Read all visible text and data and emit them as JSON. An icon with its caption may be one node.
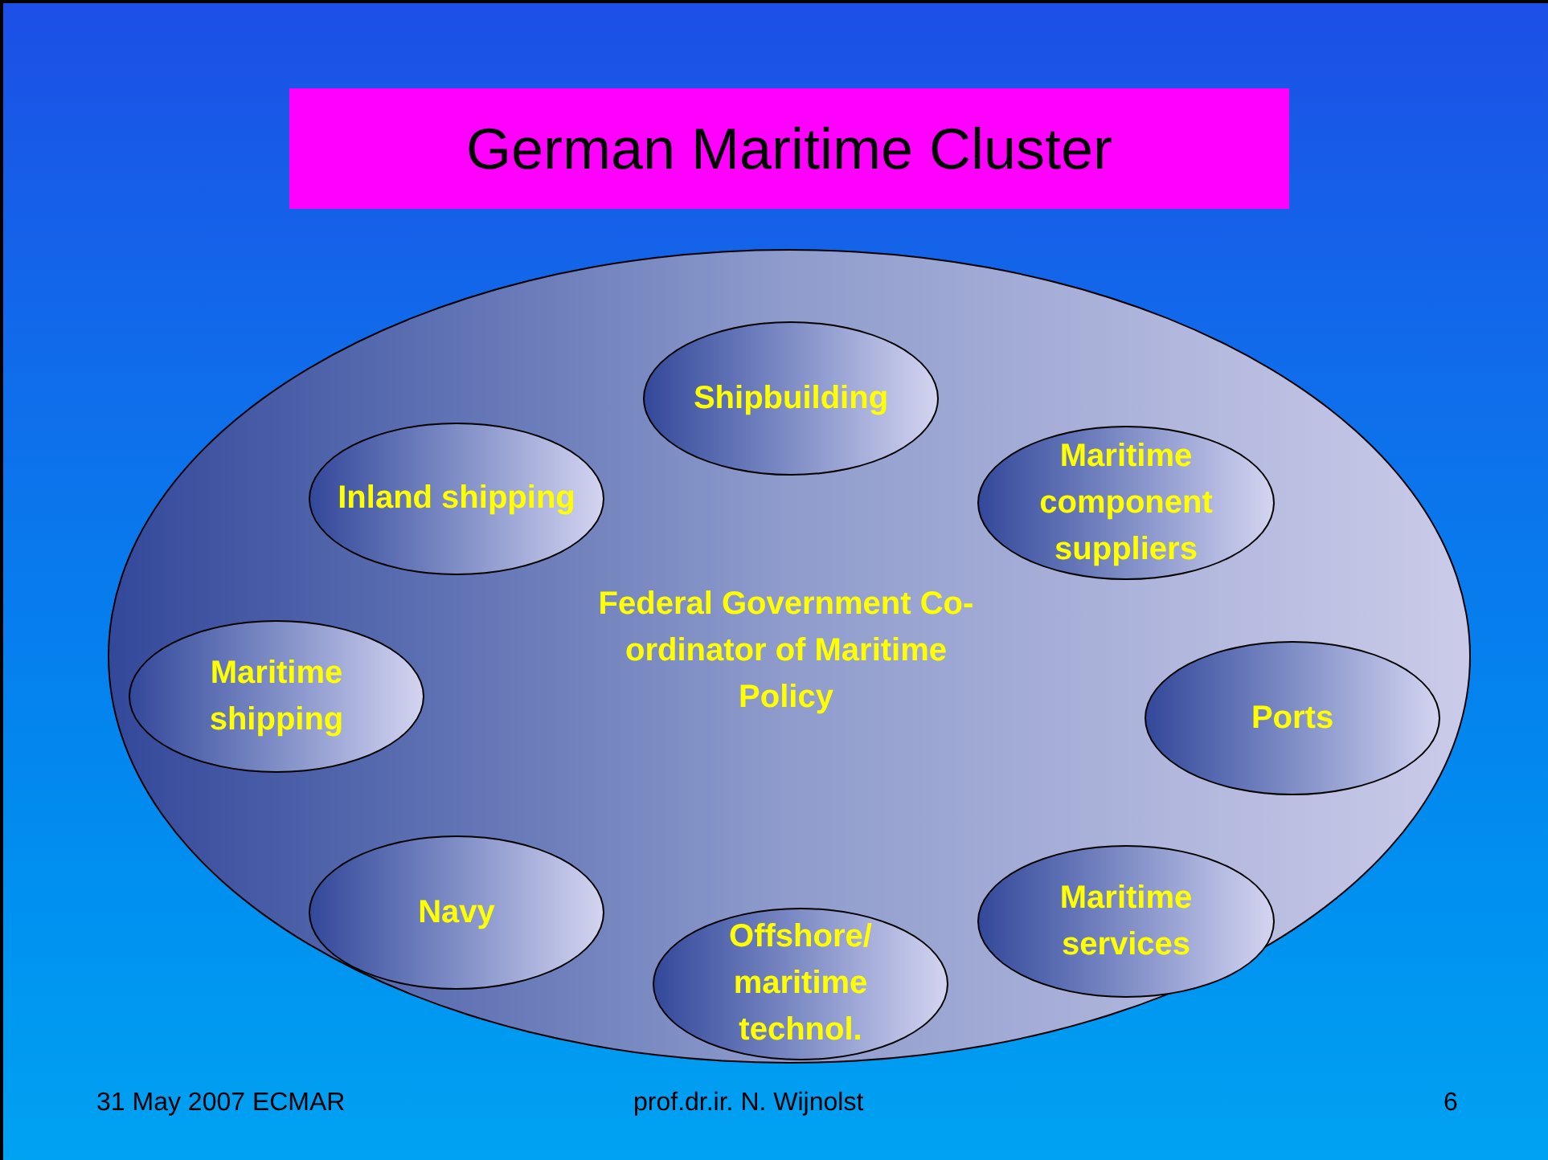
{
  "diagram": {
    "title": "German Maritime Cluster",
    "nodes": [
      {
        "text": [
          "Federal Government Co-ordinator of Maritime Policy"
        ]
      },
      {
        "text": [
          "Shipbuilding"
        ],
        "in": 0
      },
      {
        "text": [
          "Inland shipping"
        ],
        "in": 0
      },
      {
        "text": [
          "Maritime component suppliers"
        ],
        "in": 0
      },
      {
        "text": [
          "Maritime shipping"
        ],
        "in": 0
      },
      {
        "text": [
          "Ports"
        ],
        "in": 0
      },
      {
        "text": [
          "Navy"
        ],
        "in": 0
      },
      {
        "text": [
          "Offshore/ maritime technol."
        ],
        "in": 0
      },
      {
        "text": [
          "Maritime services"
        ],
        "in": 0
      }
    ],
    "labels": [
      "31 May 2007 ECMAR",
      "prof.dr.ir. N. Wijnolst",
      "6"
    ]
  }
}
